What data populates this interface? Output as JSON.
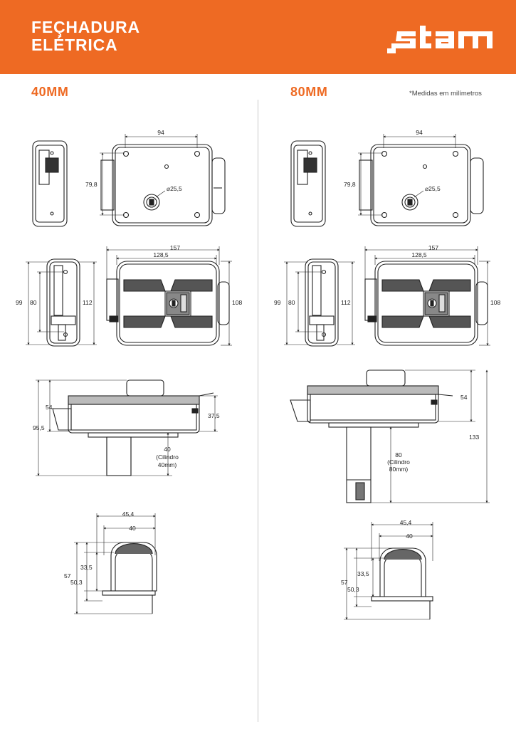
{
  "header": {
    "title_line1": "FEÇHADURA",
    "title_line2": "ELÉTRICA",
    "brand": "stam",
    "color": "#ee6a23"
  },
  "note": "*Medidas em milímetros",
  "sections": {
    "left": {
      "title": "40MM",
      "front_width": "94",
      "front_height": "79,8",
      "cylinder_diameter": "25,5",
      "side_outer_height": "99",
      "side_inner_height": "80",
      "side_depth": "112",
      "cover_width": "157",
      "cover_inner_width": "128,5",
      "cover_height": "108",
      "top_front_height": "54",
      "top_total_height": "95,5",
      "top_projection": "37,5",
      "cylinder_length": "40",
      "cylinder_label": "(Cilindro",
      "cylinder_label2": "40mm)",
      "striker_width_outer": "45,4",
      "striker_width_inner": "40",
      "striker_height": "57",
      "striker_inner_height": "33,5",
      "striker_mid_height": "50,3"
    },
    "right": {
      "title": "80MM",
      "front_width": "94",
      "front_height": "79,8",
      "cylinder_diameter": "25,5",
      "side_outer_height": "99",
      "side_inner_height": "80",
      "side_depth": "112",
      "cover_width": "157",
      "cover_inner_width": "128,5",
      "cover_height": "108",
      "top_front_height": "54",
      "top_total_height": "133",
      "cylinder_length": "80",
      "cylinder_label": "(Cilindro",
      "cylinder_label2": "80mm)",
      "striker_width_outer": "45,4",
      "striker_width_inner": "40",
      "striker_height": "57",
      "striker_inner_height": "33,5",
      "striker_mid_height": "50,3"
    }
  }
}
